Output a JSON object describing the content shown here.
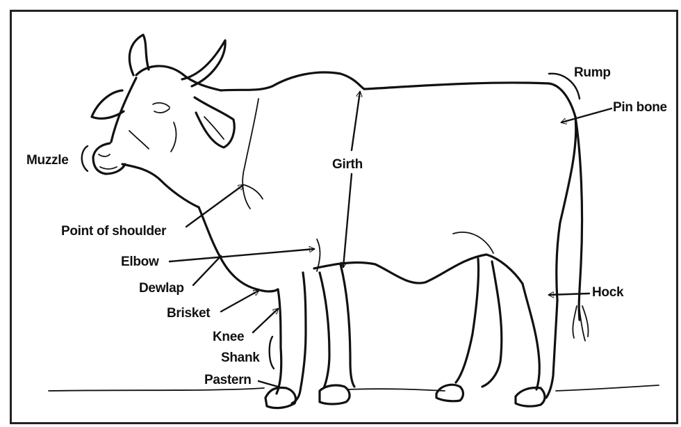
{
  "diagram": {
    "labels": {
      "rump": "Rump",
      "pin_bone": "Pin bone",
      "muzzle": "Muzzle",
      "girth": "Girth",
      "point_of_shoulder": "Point of shoulder",
      "elbow": "Elbow",
      "dewlap": "Dewlap",
      "brisket": "Brisket",
      "knee": "Knee",
      "shank": "Shank",
      "pastern": "Pastern",
      "hock": "Hock"
    }
  }
}
